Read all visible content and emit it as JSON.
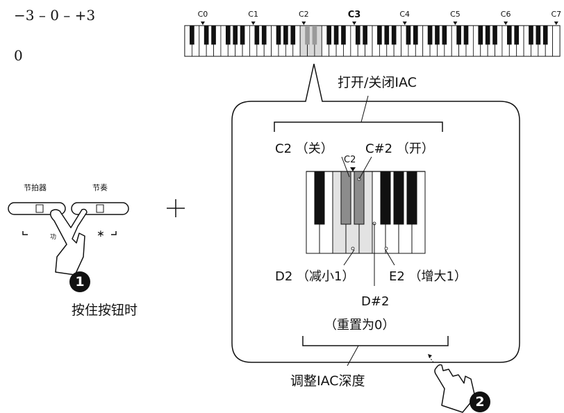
{
  "range_text": "−3 – 0 – +3",
  "default_value": "0",
  "keyboard_labels": [
    "C0",
    "C1",
    "C2",
    "C3",
    "C4",
    "C5",
    "C6",
    "C7"
  ],
  "iac_toggle_label": "打开/关闭IAC",
  "off_key_label": "C2 （关）",
  "on_key_label": "C#2 （开）",
  "zoom_key_label": "C2",
  "decrease_label": "D2 （减小1）",
  "increase_label": "E2 （增大1）",
  "reset_key_label": "D#2",
  "reset_note": "（重置为0）",
  "depth_label": "调整IAC深度",
  "metronome_label": "节拍器",
  "rhythm_label": "节奏",
  "function_mark": "功",
  "bluetooth_mark": "∗",
  "step1_label": "1",
  "step1_text": "按住按钮时",
  "step2_label": "2",
  "plus_sign": "+"
}
